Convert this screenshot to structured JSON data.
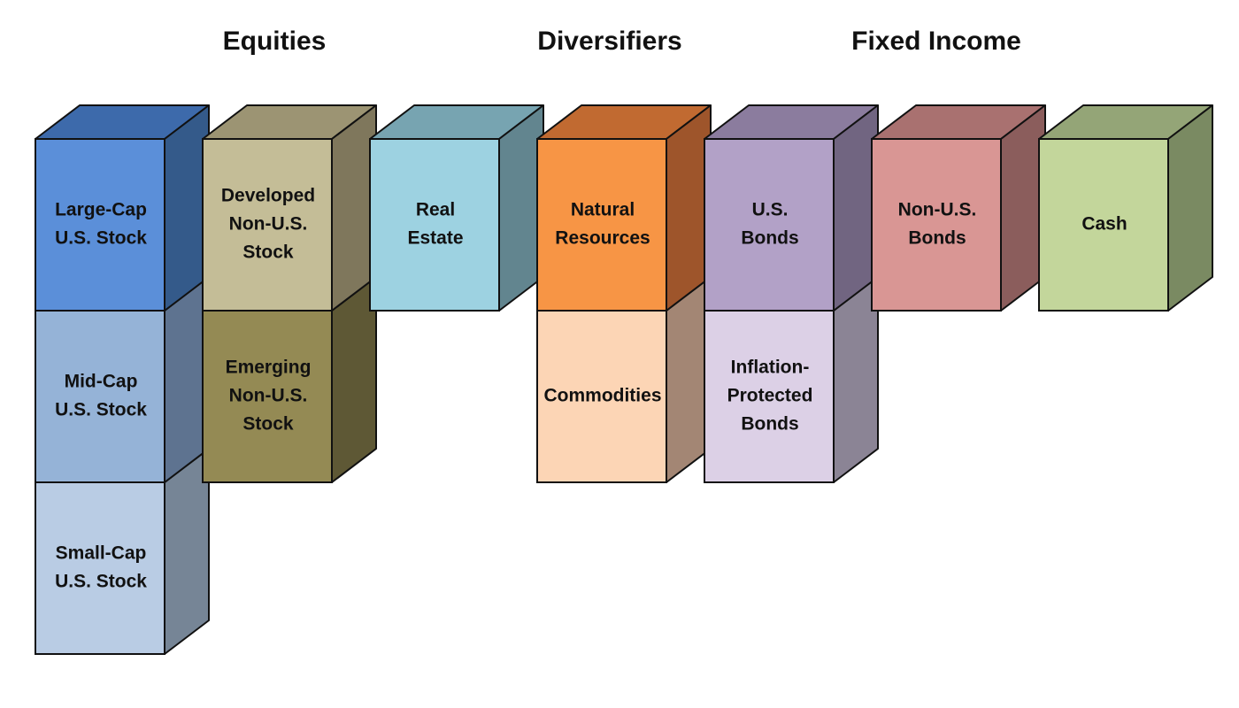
{
  "headings": {
    "equities": "Equities",
    "diversifiers": "Diversifiers",
    "fixed_income": "Fixed Income"
  },
  "cubes": [
    {
      "id": "large-cap-us-stock",
      "col": 0,
      "row": 0,
      "lines": [
        "Large-Cap",
        "U.S. Stock"
      ],
      "front": "#5b8fd9",
      "top": "#3d6aab",
      "side": "#345a8a"
    },
    {
      "id": "mid-cap-us-stock",
      "col": 0,
      "row": 1,
      "lines": [
        "Mid-Cap",
        "U.S. Stock"
      ],
      "front": "#95b3d7",
      "top": "#6e87a6",
      "side": "#5e7390"
    },
    {
      "id": "small-cap-us-stock",
      "col": 0,
      "row": 2,
      "lines": [
        "Small-Cap",
        "U.S. Stock"
      ],
      "front": "#b9cce4",
      "top": "#8a9cb0",
      "side": "#768596"
    },
    {
      "id": "developed-non-us-stock",
      "col": 1,
      "row": 0,
      "lines": [
        "Developed",
        "Non-U.S.",
        "Stock"
      ],
      "front": "#c4bd97",
      "top": "#9c9473",
      "side": "#7f775c"
    },
    {
      "id": "emerging-non-us-stock",
      "col": 1,
      "row": 1,
      "lines": [
        "Emerging",
        "Non-U.S.",
        "Stock"
      ],
      "front": "#948a54",
      "top": "#756d42",
      "side": "#5e5835"
    },
    {
      "id": "real-estate",
      "col": 2,
      "row": 0,
      "lines": [
        "Real",
        "Estate"
      ],
      "front": "#9dd2e1",
      "top": "#77a4b1",
      "side": "#62858f"
    },
    {
      "id": "natural-resources",
      "col": 3,
      "row": 0,
      "lines": [
        "Natural",
        "Resources"
      ],
      "front": "#f79545",
      "top": "#c16a31",
      "side": "#9e552b"
    },
    {
      "id": "commodities",
      "col": 3,
      "row": 1,
      "lines": [
        "Commodities"
      ],
      "front": "#fcd5b5",
      "top": "#c8a38a",
      "side": "#a38674"
    },
    {
      "id": "us-bonds",
      "col": 4,
      "row": 0,
      "lines": [
        "U.S.",
        "Bonds"
      ],
      "front": "#b2a1c7",
      "top": "#8b7c9e",
      "side": "#716581"
    },
    {
      "id": "inflation-protected-bonds",
      "col": 4,
      "row": 1,
      "lines": [
        "Inflation-",
        "Protected",
        "Bonds"
      ],
      "front": "#dcd0e6",
      "top": "#aea3b8",
      "side": "#8b8495"
    },
    {
      "id": "non-us-bonds",
      "col": 5,
      "row": 0,
      "lines": [
        "Non-U.S.",
        "Bonds"
      ],
      "front": "#d99694",
      "top": "#a97170",
      "side": "#8b5d5c"
    },
    {
      "id": "cash",
      "col": 6,
      "row": 0,
      "lines": [
        "Cash"
      ],
      "front": "#c3d69b",
      "top": "#94a577",
      "side": "#7a8a62"
    }
  ]
}
